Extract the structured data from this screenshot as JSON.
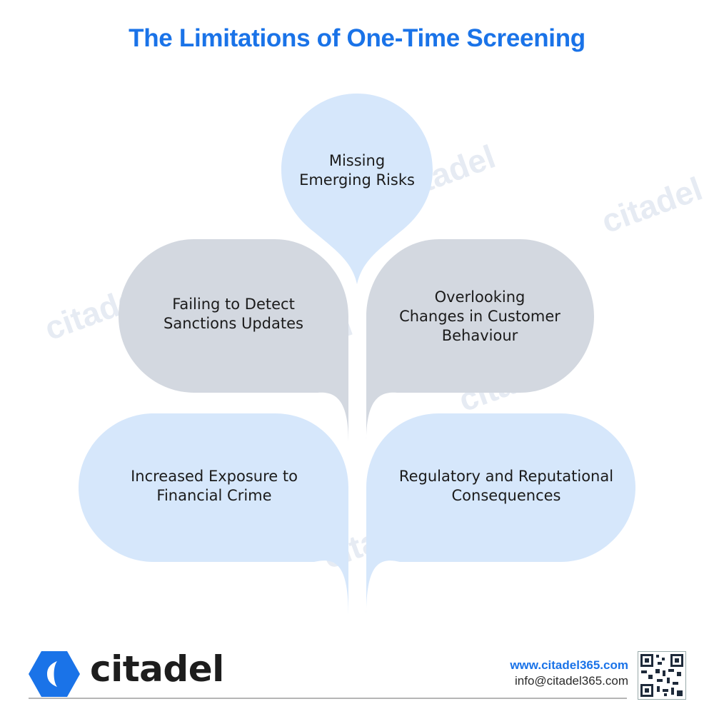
{
  "title": "The Limitations of One-Time Screening",
  "colors": {
    "title": "#1a73e8",
    "blue_bubble": "#d6e7fb",
    "grey_bubble": "#d3d8e0"
  },
  "nodes": [
    {
      "id": "top",
      "lines": [
        "Missing",
        "Emerging Risks"
      ]
    },
    {
      "id": "mid-left",
      "lines": [
        "Failing to Detect",
        "Sanctions Updates"
      ]
    },
    {
      "id": "mid-right",
      "lines": [
        "Overlooking",
        "Changes in Customer",
        "Behaviour"
      ]
    },
    {
      "id": "bottom-left",
      "lines": [
        "Increased Exposure to",
        "Financial Crime"
      ]
    },
    {
      "id": "bottom-right",
      "lines": [
        "Regulatory and Reputational",
        "Consequences"
      ]
    }
  ],
  "brand": {
    "name": "citadel",
    "watermark": "citadel",
    "logo_icon": "citadel-hexagon-icon",
    "qr_icon": "qr-code-icon"
  },
  "contact": {
    "website": "www.citadel365.com",
    "email": "info@citadel365.com"
  }
}
